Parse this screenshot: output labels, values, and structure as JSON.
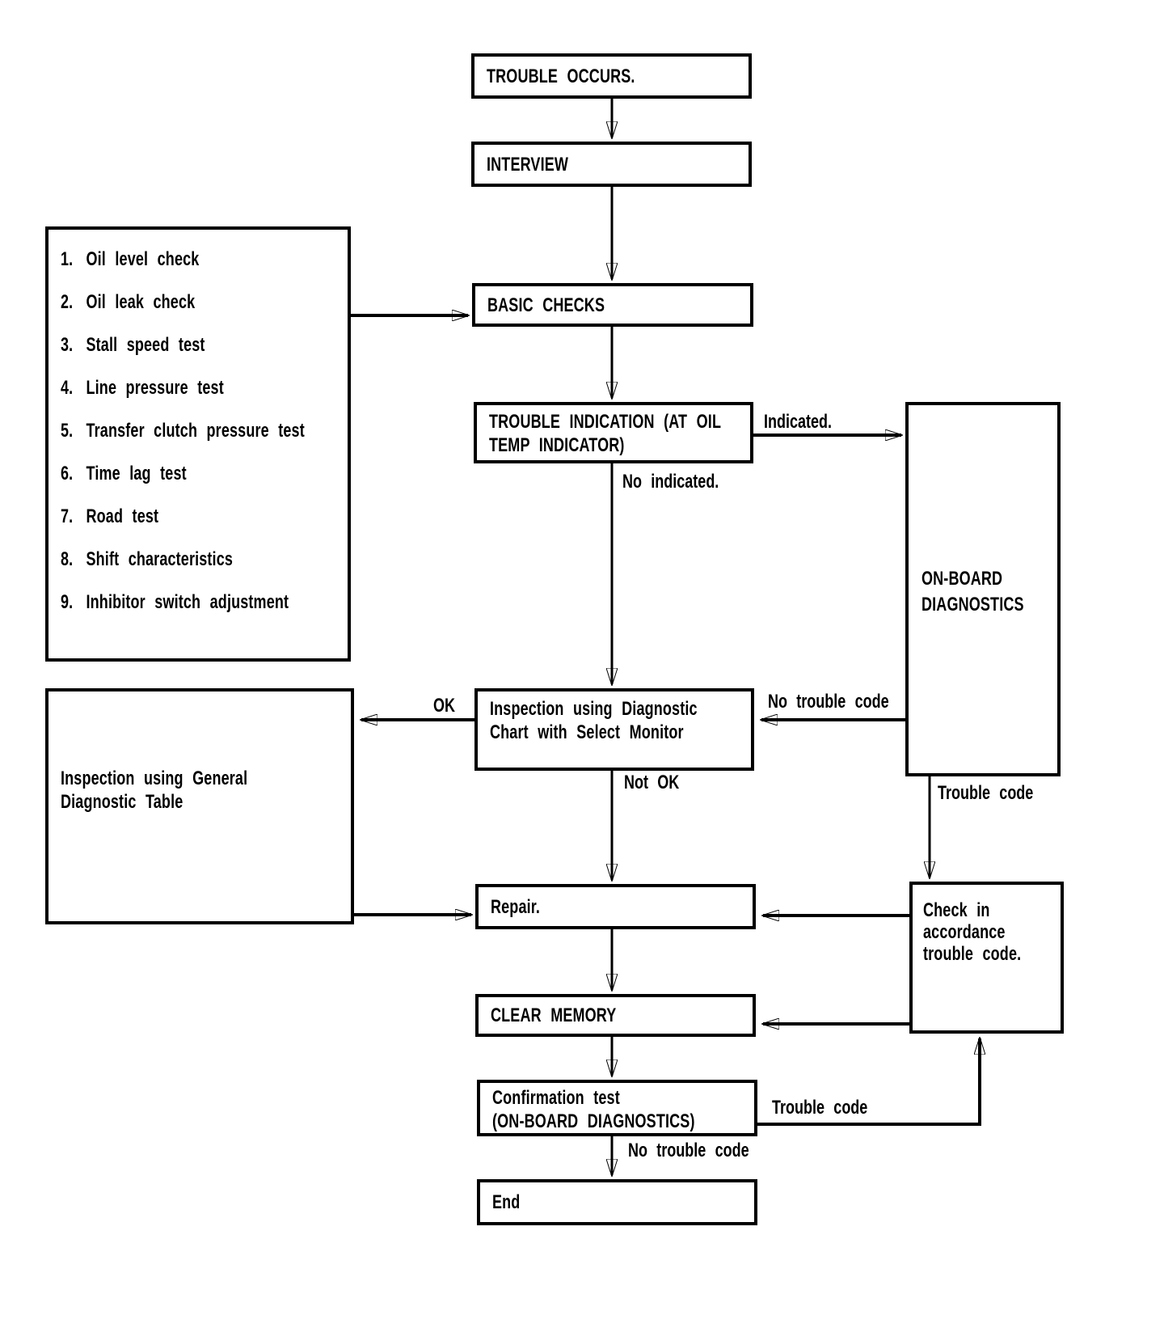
{
  "colors": {
    "ink": "#000000",
    "paper": "#ffffff"
  },
  "diagram": {
    "nodes": {
      "trouble_occurs": {
        "label": "TROUBLE OCCURS."
      },
      "interview": {
        "label": "INTERVIEW"
      },
      "basic_checks": {
        "label": "BASIC CHECKS"
      },
      "trouble_indication": {
        "lines": [
          "TROUBLE INDICATION (AT OIL",
          "TEMP INDICATOR)"
        ]
      },
      "onboard_diagnostics": {
        "lines": [
          "ON-BOARD",
          "DIAGNOSTICS"
        ]
      },
      "inspection_select_monitor": {
        "lines": [
          "Inspection using Diagnostic",
          "Chart with Select Monitor"
        ]
      },
      "inspection_general_table": {
        "lines": [
          "Inspection using General",
          "Diagnostic Table"
        ]
      },
      "repair": {
        "label": "Repair."
      },
      "check_accordance": {
        "lines": [
          "Check in",
          "accordance",
          "trouble code."
        ]
      },
      "clear_memory": {
        "label": "CLEAR MEMORY"
      },
      "confirmation_test": {
        "lines": [
          "Confirmation test",
          "(ON-BOARD DIAGNOSTICS)"
        ]
      },
      "end": {
        "label": "End"
      }
    },
    "checklist": {
      "items": [
        {
          "num": "1.",
          "text": "Oil level check"
        },
        {
          "num": "2.",
          "text": "Oil leak check"
        },
        {
          "num": "3.",
          "text": "Stall speed test"
        },
        {
          "num": "4.",
          "text": "Line pressure test"
        },
        {
          "num": "5.",
          "text": "Transfer clutch pressure test"
        },
        {
          "num": "6.",
          "text": "Time lag test"
        },
        {
          "num": "7.",
          "text": "Road test"
        },
        {
          "num": "8.",
          "text": "Shift characteristics"
        },
        {
          "num": "9.",
          "text": "Inhibitor switch adjustment"
        }
      ]
    },
    "edge_labels": {
      "indicated": "Indicated.",
      "no_indicated": "No indicated.",
      "no_trouble_code_top": "No trouble code",
      "ok": "OK",
      "not_ok": "Not OK",
      "trouble_code_right": "Trouble code",
      "trouble_code_bottom": "Trouble code",
      "no_trouble_code_bottom": "No trouble code"
    }
  }
}
